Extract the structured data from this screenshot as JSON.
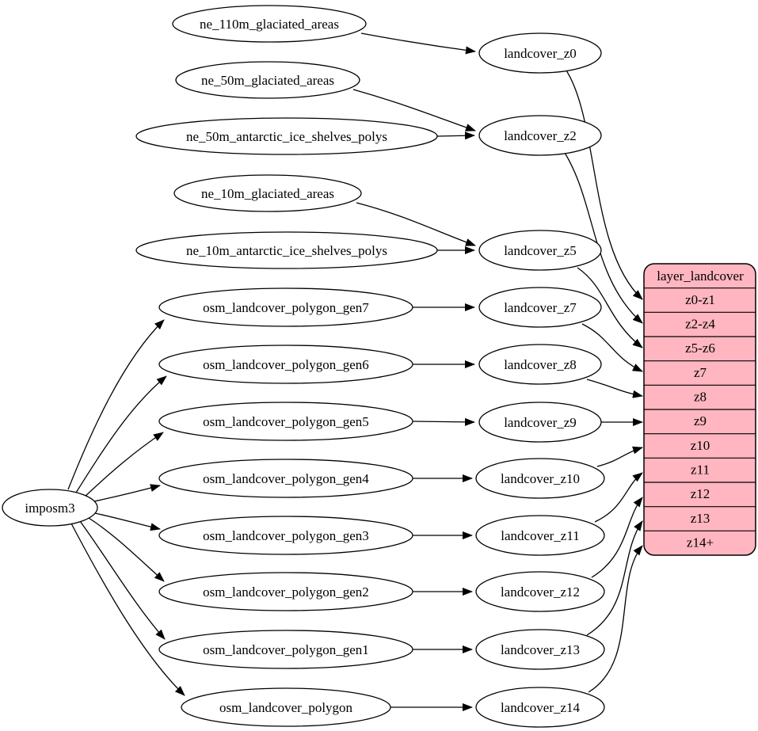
{
  "diagram": {
    "type": "dependency-graph",
    "background_color": "#ffffff",
    "node_fill": "#ffffff",
    "node_stroke": "#000000",
    "edge_color": "#000000",
    "nodes": {
      "imposm3": {
        "label": "imposm3"
      },
      "ne_110m_glaciated_areas": {
        "label": "ne_110m_glaciated_areas"
      },
      "ne_50m_glaciated_areas": {
        "label": "ne_50m_glaciated_areas"
      },
      "ne_50m_antarctic_ice_shelves_polys": {
        "label": "ne_50m_antarctic_ice_shelves_polys"
      },
      "ne_10m_glaciated_areas": {
        "label": "ne_10m_glaciated_areas"
      },
      "ne_10m_antarctic_ice_shelves_polys": {
        "label": "ne_10m_antarctic_ice_shelves_polys"
      },
      "osm_landcover_polygon_gen7": {
        "label": "osm_landcover_polygon_gen7"
      },
      "osm_landcover_polygon_gen6": {
        "label": "osm_landcover_polygon_gen6"
      },
      "osm_landcover_polygon_gen5": {
        "label": "osm_landcover_polygon_gen5"
      },
      "osm_landcover_polygon_gen4": {
        "label": "osm_landcover_polygon_gen4"
      },
      "osm_landcover_polygon_gen3": {
        "label": "osm_landcover_polygon_gen3"
      },
      "osm_landcover_polygon_gen2": {
        "label": "osm_landcover_polygon_gen2"
      },
      "osm_landcover_polygon_gen1": {
        "label": "osm_landcover_polygon_gen1"
      },
      "osm_landcover_polygon": {
        "label": "osm_landcover_polygon"
      },
      "landcover_z0": {
        "label": "landcover_z0"
      },
      "landcover_z2": {
        "label": "landcover_z2"
      },
      "landcover_z5": {
        "label": "landcover_z5"
      },
      "landcover_z7": {
        "label": "landcover_z7"
      },
      "landcover_z8": {
        "label": "landcover_z8"
      },
      "landcover_z9": {
        "label": "landcover_z9"
      },
      "landcover_z10": {
        "label": "landcover_z10"
      },
      "landcover_z11": {
        "label": "landcover_z11"
      },
      "landcover_z12": {
        "label": "landcover_z12"
      },
      "landcover_z13": {
        "label": "landcover_z13"
      },
      "landcover_z14": {
        "label": "landcover_z14"
      }
    },
    "table": {
      "title": "layer_landcover",
      "fill": "#ffb6c1",
      "stroke": "#000000",
      "rows": [
        "z0-z1",
        "z2-z4",
        "z5-z6",
        "z7",
        "z8",
        "z9",
        "z10",
        "z11",
        "z12",
        "z13",
        "z14+"
      ]
    },
    "edges": [
      {
        "from": "ne_110m_glaciated_areas",
        "to": "landcover_z0"
      },
      {
        "from": "ne_50m_glaciated_areas",
        "to": "landcover_z2"
      },
      {
        "from": "ne_50m_antarctic_ice_shelves_polys",
        "to": "landcover_z2"
      },
      {
        "from": "ne_10m_glaciated_areas",
        "to": "landcover_z5"
      },
      {
        "from": "ne_10m_antarctic_ice_shelves_polys",
        "to": "landcover_z5"
      },
      {
        "from": "imposm3",
        "to": "osm_landcover_polygon_gen7"
      },
      {
        "from": "imposm3",
        "to": "osm_landcover_polygon_gen6"
      },
      {
        "from": "imposm3",
        "to": "osm_landcover_polygon_gen5"
      },
      {
        "from": "imposm3",
        "to": "osm_landcover_polygon_gen4"
      },
      {
        "from": "imposm3",
        "to": "osm_landcover_polygon_gen3"
      },
      {
        "from": "imposm3",
        "to": "osm_landcover_polygon_gen2"
      },
      {
        "from": "imposm3",
        "to": "osm_landcover_polygon_gen1"
      },
      {
        "from": "imposm3",
        "to": "osm_landcover_polygon"
      },
      {
        "from": "osm_landcover_polygon_gen7",
        "to": "landcover_z7"
      },
      {
        "from": "osm_landcover_polygon_gen6",
        "to": "landcover_z8"
      },
      {
        "from": "osm_landcover_polygon_gen5",
        "to": "landcover_z9"
      },
      {
        "from": "osm_landcover_polygon_gen4",
        "to": "landcover_z10"
      },
      {
        "from": "osm_landcover_polygon_gen3",
        "to": "landcover_z11"
      },
      {
        "from": "osm_landcover_polygon_gen2",
        "to": "landcover_z12"
      },
      {
        "from": "osm_landcover_polygon_gen1",
        "to": "landcover_z13"
      },
      {
        "from": "osm_landcover_polygon",
        "to": "landcover_z14"
      },
      {
        "from": "landcover_z0",
        "to": "layer_landcover:z0-z1"
      },
      {
        "from": "landcover_z2",
        "to": "layer_landcover:z2-z4"
      },
      {
        "from": "landcover_z5",
        "to": "layer_landcover:z5-z6"
      },
      {
        "from": "landcover_z7",
        "to": "layer_landcover:z7"
      },
      {
        "from": "landcover_z8",
        "to": "layer_landcover:z8"
      },
      {
        "from": "landcover_z9",
        "to": "layer_landcover:z9"
      },
      {
        "from": "landcover_z10",
        "to": "layer_landcover:z10"
      },
      {
        "from": "landcover_z11",
        "to": "layer_landcover:z11"
      },
      {
        "from": "landcover_z12",
        "to": "layer_landcover:z12"
      },
      {
        "from": "landcover_z13",
        "to": "layer_landcover:z13"
      },
      {
        "from": "landcover_z14",
        "to": "layer_landcover:z14+"
      }
    ]
  }
}
